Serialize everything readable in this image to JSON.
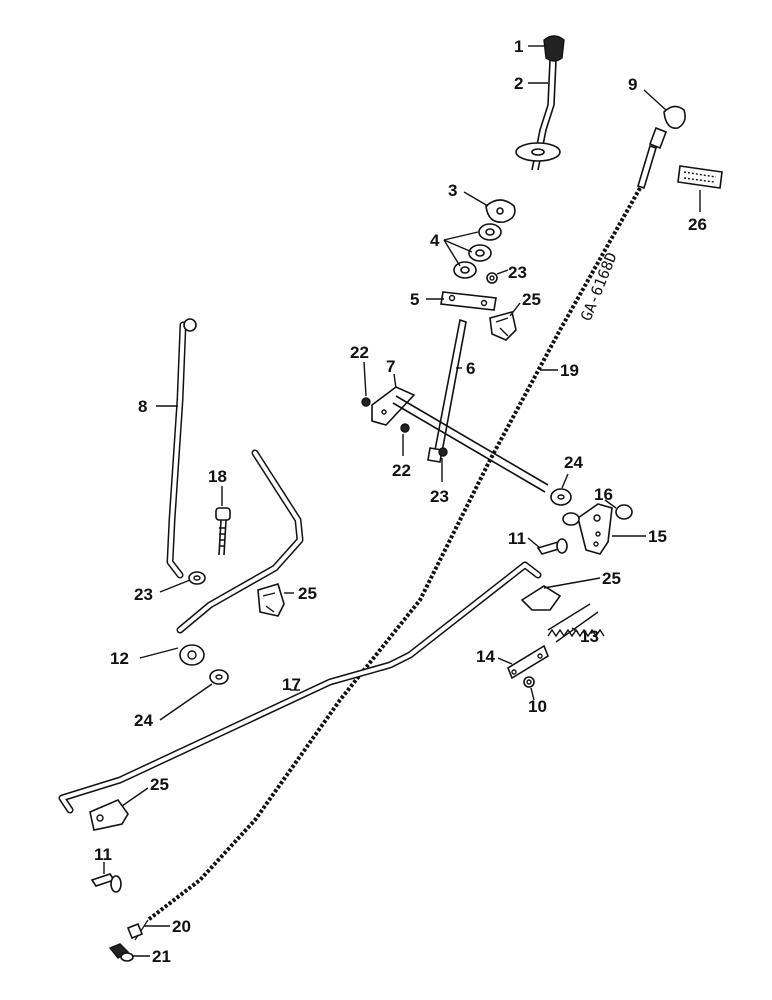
{
  "drawing_code": "GA-6168D",
  "callouts": {
    "c1": "1",
    "c2": "2",
    "c3": "3",
    "c4": "4",
    "c5": "5",
    "c6": "6",
    "c7": "7",
    "c8": "8",
    "c9": "9",
    "c10": "10",
    "c11a": "11",
    "c11b": "11",
    "c12": "12",
    "c13": "13",
    "c14": "14",
    "c15": "15",
    "c16": "16",
    "c17": "17",
    "c18": "18",
    "c19": "19",
    "c20": "20",
    "c21": "21",
    "c22a": "22",
    "c22b": "22",
    "c23a": "23",
    "c23b": "23",
    "c23c": "23",
    "c24a": "24",
    "c24b": "24",
    "c25a": "25",
    "c25b": "25",
    "c25c": "25",
    "c25d": "25",
    "c26": "26"
  }
}
